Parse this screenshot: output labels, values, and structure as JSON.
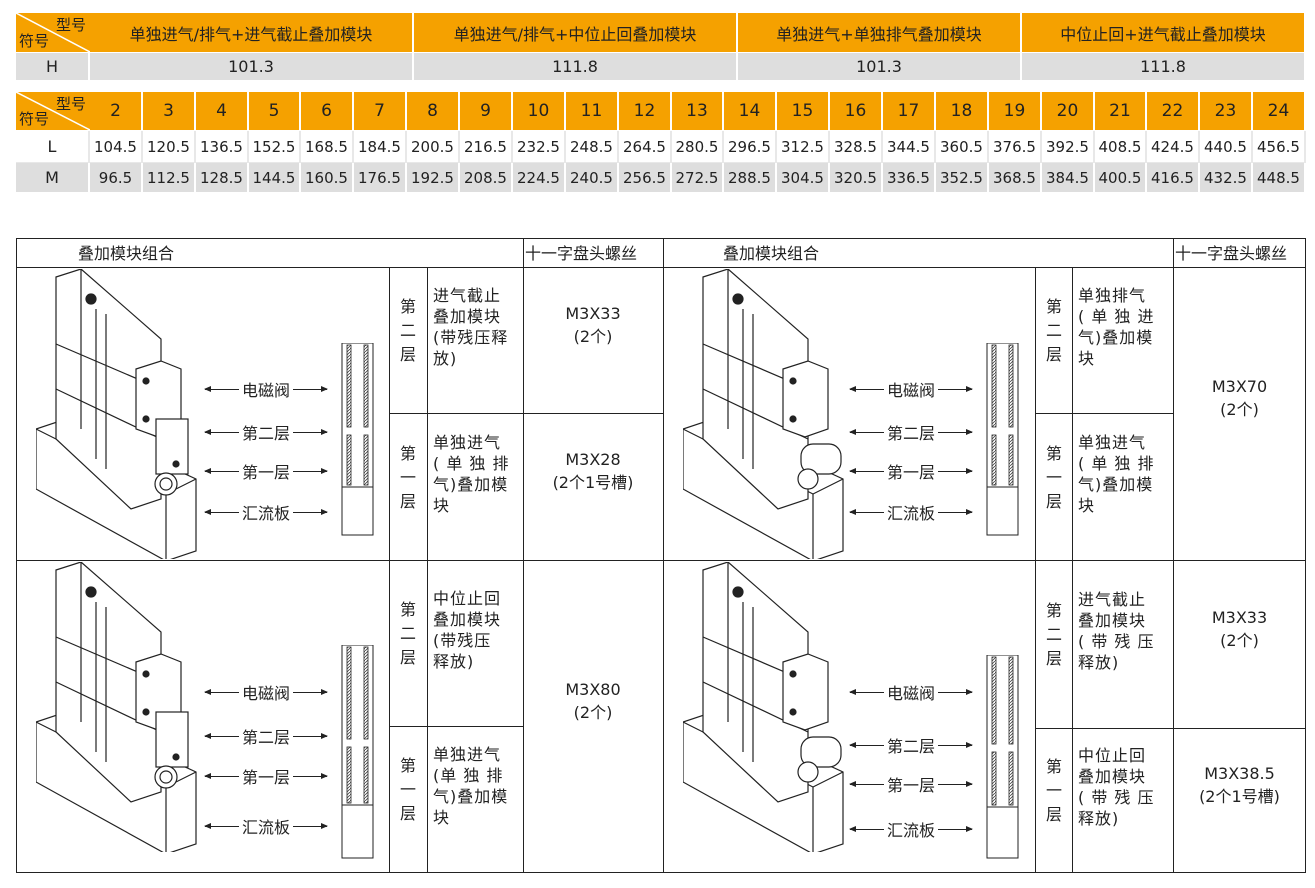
{
  "corner": {
    "model": "型号",
    "symbol": "符号"
  },
  "table_h": {
    "row_label": "H",
    "columns": [
      {
        "header": "单独进气/排气+进气截止叠加模块",
        "value": "101.3"
      },
      {
        "header": "单独进气/排气+中位止回叠加模块",
        "value": "111.8"
      },
      {
        "header": "单独进气+单独排气叠加模块",
        "value": "101.3"
      },
      {
        "header": "中位止回+进气截止叠加模块",
        "value": "111.8"
      }
    ]
  },
  "table_lm": {
    "models": [
      "2",
      "3",
      "4",
      "5",
      "6",
      "7",
      "8",
      "9",
      "10",
      "11",
      "12",
      "13",
      "14",
      "15",
      "16",
      "17",
      "18",
      "19",
      "20",
      "21",
      "22",
      "23",
      "24"
    ],
    "rows": [
      {
        "label": "L",
        "values": [
          "104.5",
          "120.5",
          "136.5",
          "152.5",
          "168.5",
          "184.5",
          "200.5",
          "216.5",
          "232.5",
          "248.5",
          "264.5",
          "280.5",
          "296.5",
          "312.5",
          "328.5",
          "344.5",
          "360.5",
          "376.5",
          "392.5",
          "408.5",
          "424.5",
          "440.5",
          "456.5"
        ]
      },
      {
        "label": "M",
        "values": [
          "96.5",
          "112.5",
          "128.5",
          "144.5",
          "160.5",
          "176.5",
          "192.5",
          "208.5",
          "224.5",
          "240.5",
          "256.5",
          "272.5",
          "288.5",
          "304.5",
          "320.5",
          "336.5",
          "352.5",
          "368.5",
          "384.5",
          "400.5",
          "416.5",
          "432.5",
          "448.5"
        ]
      }
    ]
  },
  "combo": {
    "header_left": "叠加模块组合",
    "header_screw": "十一字盘头螺丝",
    "labels": [
      "电磁阀",
      "第二层",
      "第一层",
      "汇流板"
    ],
    "panels": [
      {
        "layers": [
          {
            "name": "第二层",
            "desc": "进气截止\n叠加模块\n(带残压释\n放)"
          },
          {
            "name": "第一层",
            "desc": "单独进气\n( 单 独 排\n气)叠加模\n块"
          }
        ],
        "screws": [
          "M3X33\n(2个)",
          "M3X28\n(2个1号槽)"
        ]
      },
      {
        "layers": [
          {
            "name": "第二层",
            "desc": "单独排气\n( 单 独 进\n气)叠加模\n块"
          },
          {
            "name": "第一层",
            "desc": "单独进气\n( 单 独 排\n气)叠加模\n块"
          }
        ],
        "screws": [
          "M3X70\n(2个)"
        ]
      },
      {
        "layers": [
          {
            "name": "第二层",
            "desc": "中位止回\n叠加模块\n(带残压\n释放)"
          },
          {
            "name": "第一层",
            "desc": "单独进气\n(单 独 排\n气)叠加模\n块"
          }
        ],
        "screws": [
          "M3X80\n(2个)"
        ]
      },
      {
        "layers": [
          {
            "name": "第二层",
            "desc": "进气截止\n叠加模块\n( 带 残 压\n释放)"
          },
          {
            "name": "第一层",
            "desc": "中位止回\n叠加模块\n( 带 残 压\n释放)"
          }
        ],
        "screws": [
          "M3X33\n(2个)",
          "M3X38.5\n(2个1号槽)"
        ]
      }
    ]
  },
  "colors": {
    "header": "#f5a100",
    "row_gray": "#dedede"
  }
}
